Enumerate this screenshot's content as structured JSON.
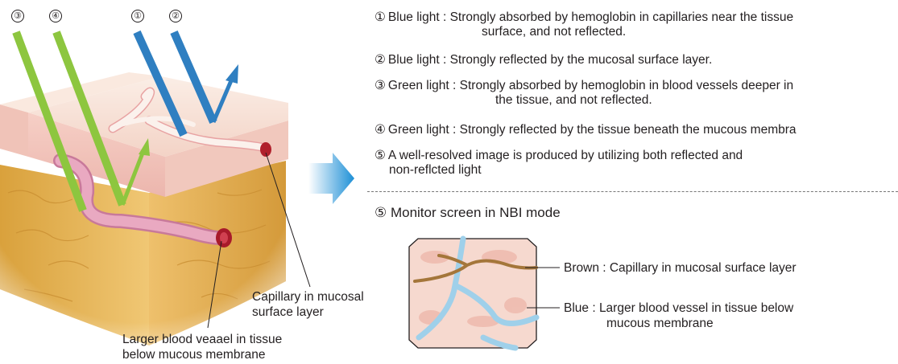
{
  "light_markers": {
    "m3": "③",
    "m4": "④",
    "m1": "①",
    "m2": "②"
  },
  "labels": {
    "capillary_line1": "Capillary in mucosal",
    "capillary_line2": "surface layer",
    "larger_line1": "Larger blood veaael in tissue",
    "larger_line2": "below mucous membrane"
  },
  "legend": [
    {
      "mark": "①",
      "head": "Blue light : ",
      "line1": "Strongly absorbed by hemoglobin in capillaries near the tissue",
      "line2": "surface, and not reflected."
    },
    {
      "mark": "②",
      "head": "Blue light : ",
      "line1": "Strongly reflected by the mucosal surface layer.",
      "line2": ""
    },
    {
      "mark": "③",
      "head": "Green light : ",
      "line1": "Strongly absorbed by hemoglobin in blood vessels deeper in",
      "line2": "the tissue, and not reflected."
    },
    {
      "mark": "④",
      "head": "Green light : ",
      "line1": "Strongly reflected by the tissue beneath the mucous membra",
      "line2": ""
    },
    {
      "mark": "⑤",
      "head": "",
      "line1": "A well-resolved image is produced by utilizing both reflected and",
      "line2": "non-reflcted light"
    }
  ],
  "monitor": {
    "title": "⑤ Monitor screen in NBI mode",
    "brown_line1": "Brown : Capillary in mucosal surface layer",
    "blue_line1": "Blue : Larger blood vessel in tissue below",
    "blue_line2": "mucous membrane"
  },
  "colors": {
    "blue_light": "#2f7fc1",
    "green_light": "#8dc63f",
    "arrow_gradient_end": "#1d8fd6",
    "capillary_brown": "#a4763a",
    "vessel_blue": "#9fd0ea"
  }
}
